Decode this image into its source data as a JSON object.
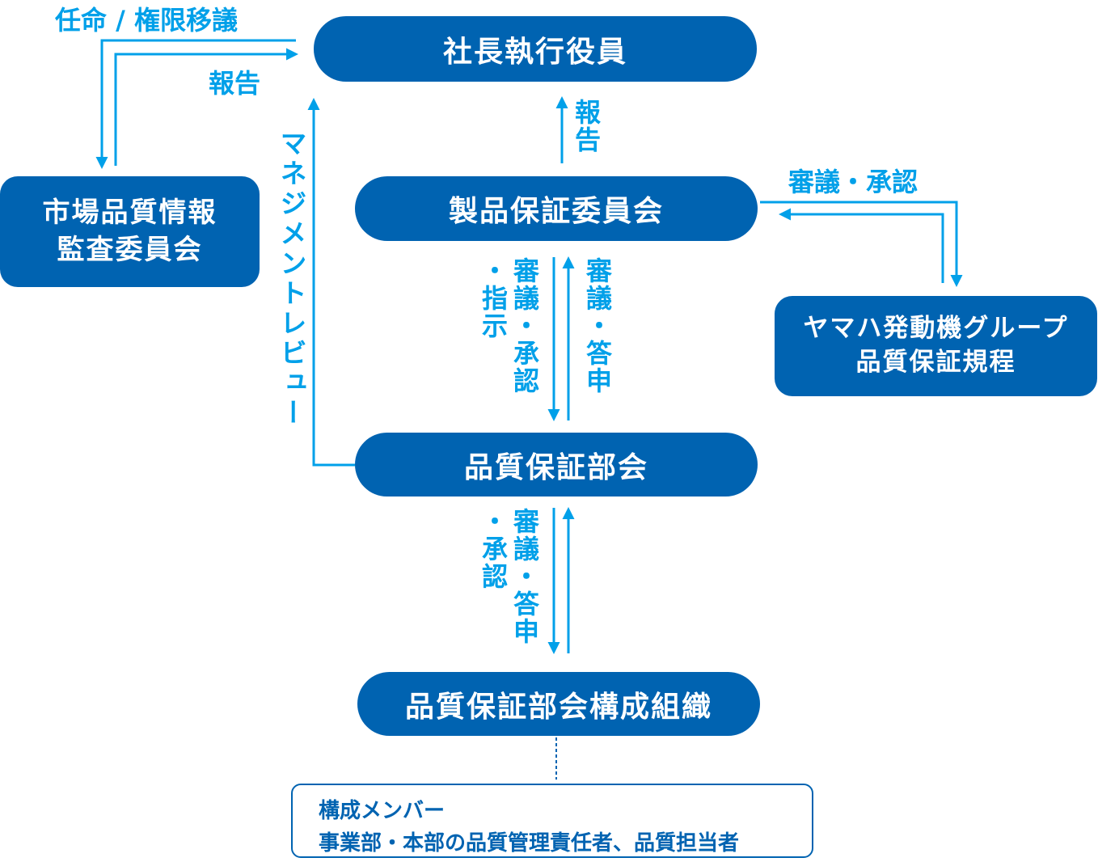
{
  "colors": {
    "box": "#0063b1",
    "arrow": "#00a0e9"
  },
  "nodes": {
    "president": "社長執行役員",
    "product_committee": "製品保証委員会",
    "qa_meeting": "品質保証部会",
    "qa_members_org": "品質保証部会構成組織",
    "audit_committee": [
      "市場品質情報",
      "監査委員会"
    ],
    "group_rules": [
      "ヤマハ発動機グループ",
      "品質保証規程"
    ]
  },
  "labels": {
    "appoint": "任命 / 権限移議",
    "report_top": "報告",
    "management_review": "マネジメントレビュー",
    "report_mid": "報告",
    "deliberate_approve_right": "審議・承認",
    "down1_a": "審議・承認",
    "down1_b": "・指示",
    "up1": "審議・答申",
    "down2_a": "審議・答申",
    "down2_b": "・承認"
  },
  "members": {
    "title": "構成メンバー",
    "text": "事業部・本部の品質管理責任者、品質担当者"
  }
}
